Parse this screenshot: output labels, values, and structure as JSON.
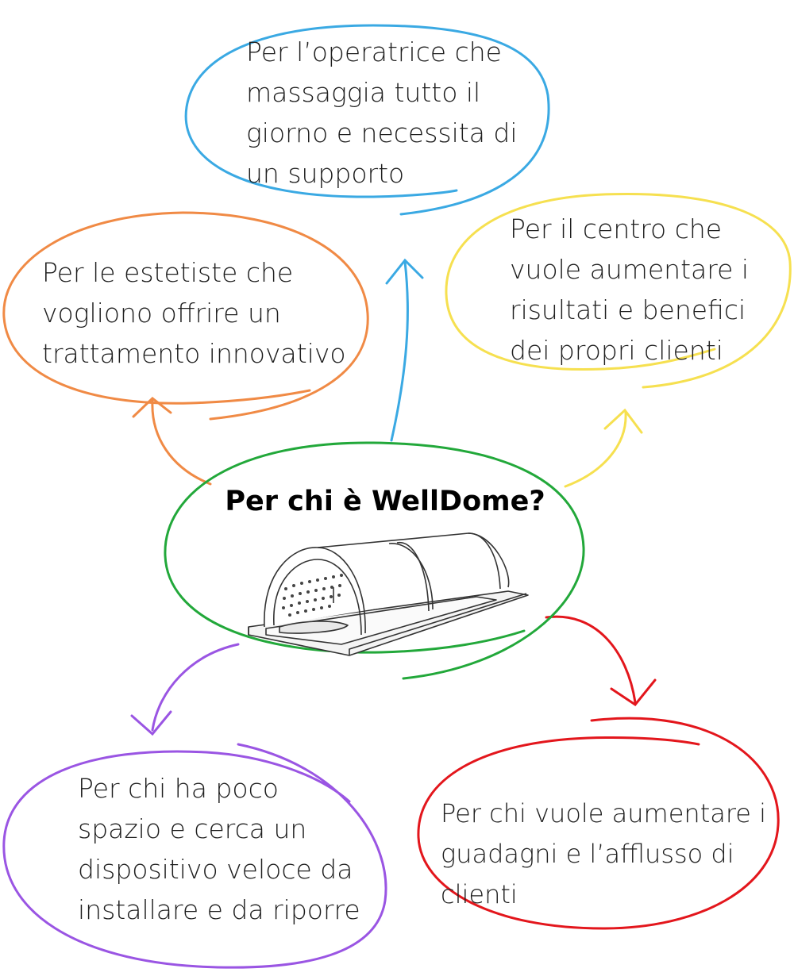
{
  "center": {
    "title": "Per chi è WellDome?",
    "color": "#22a83a"
  },
  "bubbles": {
    "top": {
      "lines": [
        "Per l’operatrice che",
        "massaggia tutto il",
        "giorno e necessita di",
        "un supporto"
      ],
      "color": "#3aa9e3"
    },
    "left": {
      "lines": [
        "Per le estetiste che",
        "vogliono offrire un",
        "trattamento innovativo"
      ],
      "color": "#f08a45"
    },
    "right": {
      "lines": [
        "Per il centro che",
        "vuole aumentare i",
        "risultati e benefici",
        "dei propri clienti"
      ],
      "color": "#f6e050"
    },
    "bottom_left": {
      "lines": [
        "Per chi ha poco",
        "spazio e cerca un",
        "dispositivo veloce da",
        "installare e da riporre"
      ],
      "color": "#9a55e3"
    },
    "bottom_right": {
      "lines": [
        "Per chi vuole aumentare i",
        "guadagni e l’afflusso di",
        "clienti"
      ],
      "color": "#e3161c"
    }
  },
  "product_image": "welldome-device-drawing"
}
